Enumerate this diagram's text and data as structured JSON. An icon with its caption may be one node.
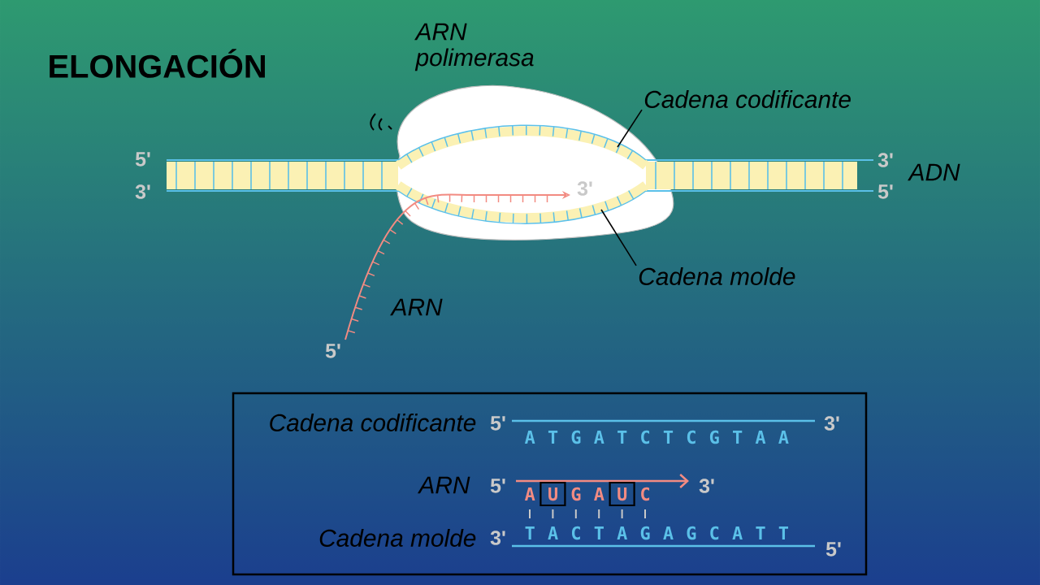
{
  "diagram": {
    "title": "ELONGACIÓN",
    "nodes": [
      {
        "text": [
          "Cadena codificante"
        ]
      },
      {
        "text": [],
        "shape": "bar"
      },
      {
        "text": [],
        "shape": "bar"
      },
      {
        "text": [
          "Cadena molde"
        ]
      }
    ],
    "edges": [
      {
        "from": 0,
        "to": 1,
        "arrow": "none"
      },
      {
        "from": 3,
        "to": 2,
        "arrow": "none"
      }
    ],
    "labels": [
      "ARN polimerasa",
      "5'",
      "3'",
      "3'",
      "5'",
      "ADN",
      "3'",
      "ARN",
      "5'",
      "Cadena codificante",
      "5'",
      "A T G A T C T C G T A A",
      "3'",
      "ARN",
      "5'",
      "A U G A U C",
      "3'",
      "Cadena molde",
      "3'",
      "T A C T A G A G C A T T",
      "5'"
    ]
  }
}
